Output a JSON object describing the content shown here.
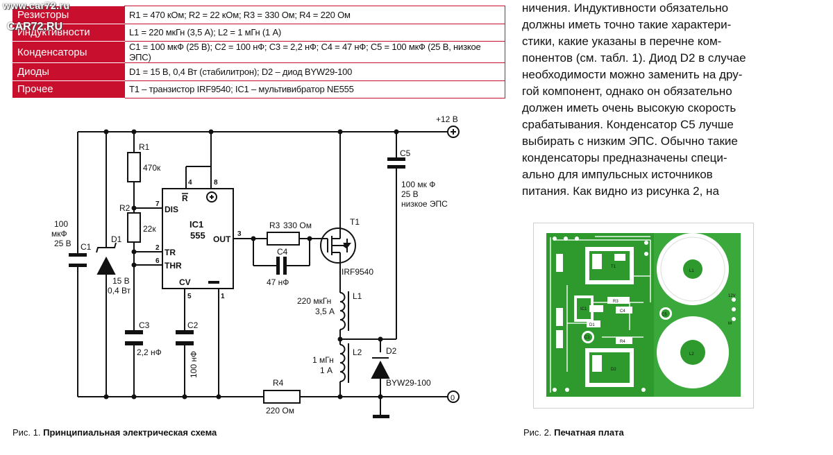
{
  "watermark": {
    "top": "www.car72.ru",
    "site": "CAR72.RU"
  },
  "parts_table": [
    {
      "category": "Резисторы",
      "value": "R1 = 470 кОм; R2 = 22 кОм; R3 = 330 Ом; R4 = 220 Ом"
    },
    {
      "category": "Индуктивности",
      "value": "L1 = 220 мкГн (3,5 А); L2 = 1 мГн (1 А)"
    },
    {
      "category": "Конденсаторы",
      "value": "C1 = 100 мкФ (25 В); C2 = 100 нФ; C3 = 2,2 нФ; C4 = 47 нФ; C5 = 100 мкФ (25 В, низкое ЭПС)"
    },
    {
      "category": "Диоды",
      "value": "D1 = 15 В, 0,4 Вт (стабилитрон); D2 – диод BYW29-100"
    },
    {
      "category": "Прочее",
      "value": "T1 – транзистор IRF9540; IC1 – мультивибратор NE555"
    }
  ],
  "article_lines": [
    "ничения. Индуктивности обязательно",
    "должны иметь точно такие характери-",
    "стики, какие указаны в перечне ком-",
    "понентов (см. табл. 1). Диод D2 в случае",
    "необходимости можно заменить на дру-",
    "гой компонент, однако он обязательно",
    "должен иметь очень высокую скорость",
    "срабатывания. Конденсатор C5 лучше",
    "выбирать с низким ЭПС. Обычно такие",
    "конденсаторы предназначены специ-",
    "ально для импульсных источников",
    "питания. Как видно из рисунка 2, на"
  ],
  "schematic": {
    "supply": "+12 В",
    "ground": "0",
    "r1": "R1",
    "r1_val": "470к",
    "r2": "R2",
    "r2_val": "22к",
    "r3": "R3",
    "r3_val": "330 Ом",
    "r4": "R4",
    "r4_val": "220 Ом",
    "c1": "C1",
    "c1_val1": "100",
    "c1_val2": "мкФ",
    "c1_val3": "25 В",
    "c2": "C2",
    "c2_val": "100 нФ",
    "c3": "C3",
    "c3_val": "2,2 нФ",
    "c4": "C4",
    "c4_val": "47 нФ",
    "c5": "C5",
    "c5_val1": "100 мк Ф",
    "c5_val2": "25 В",
    "c5_val3": "низкое ЭПС",
    "d1": "D1",
    "d1_val1": "15 В",
    "d1_val2": "0,4 Вт",
    "d2": "D2",
    "d2_val": "BYW29-100",
    "t1": "T1",
    "t1_val": "IRF9540",
    "l1": "L1",
    "l1_val1": "220 мкГн",
    "l1_val2": "3,5 А",
    "l2": "L2",
    "l2_val1": "1 мГн",
    "l2_val2": "1 А",
    "ic": "IC1",
    "ic_type": "555",
    "pin_r": "R",
    "pin_dis": "DIS",
    "pin_tr": "TR",
    "pin_thr": "THR",
    "pin_cv": "CV",
    "pin_out": "OUT",
    "pin4": "4",
    "pin8": "8",
    "pin7": "7",
    "pin2": "2",
    "pin6": "6",
    "pin5": "5",
    "pin1": "1",
    "pin3": "3"
  },
  "pcb": {
    "t1": "T1",
    "d2": "D2",
    "ic1": "IC1",
    "l1": "L1",
    "l2": "L2",
    "c5": "C5",
    "r3": "R3",
    "c4": "C4",
    "d1": "D1",
    "c1": "C1",
    "r4": "R4",
    "v12": "12V",
    "m": "M"
  },
  "captions": {
    "fig1_prefix": "Рис. 1.",
    "fig1_title": "Принципиальная электрическая схема",
    "fig2_prefix": "Рис. 2.",
    "fig2_title": "Печатная плата"
  }
}
